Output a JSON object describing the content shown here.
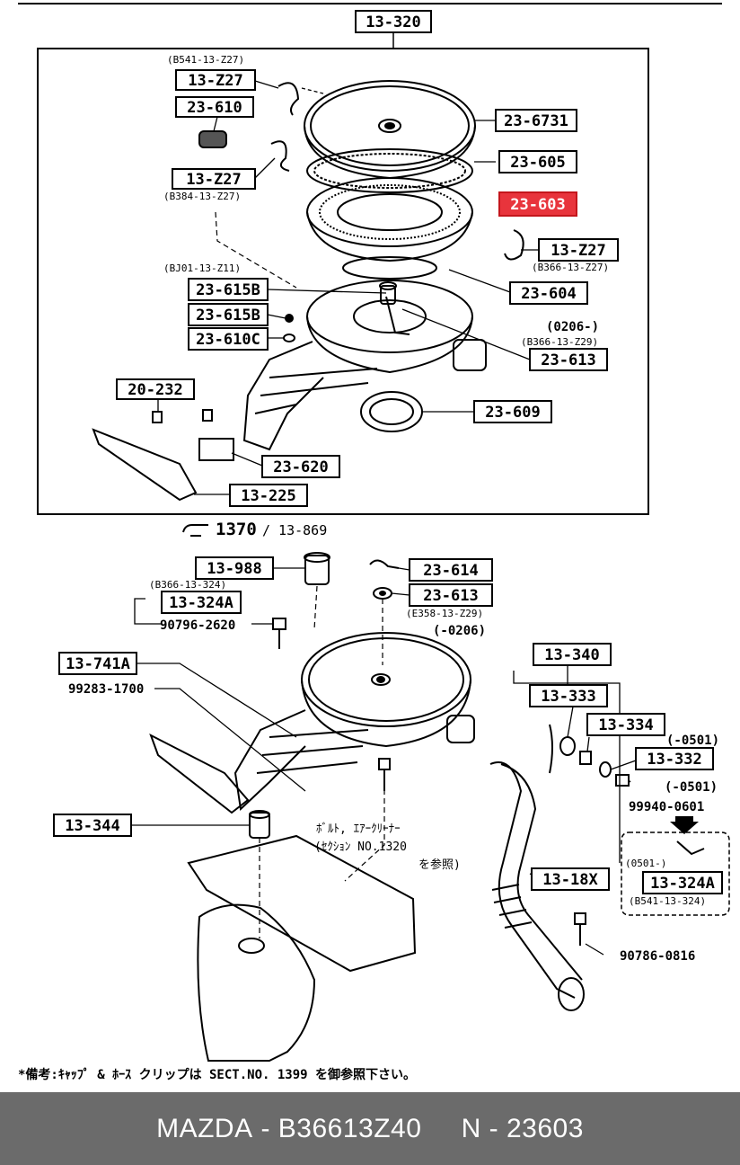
{
  "diagram": {
    "top_group_label": "13-320",
    "labels": {
      "l_13z27_a": "13-Z27",
      "l_23610": "23-610",
      "l_13z27_b": "13-Z27",
      "l_236731": "23-6731",
      "l_23605": "23-605",
      "l_23603": "23-603",
      "l_13z27_c": "13-Z27",
      "l_23604": "23-604",
      "l_23615b_a": "23-615B",
      "l_23615b_b": "23-615B",
      "l_23610c": "23-610C",
      "l_23613_a": "23-613",
      "l_20232": "20-232",
      "l_23609": "23-609",
      "l_23620": "23-620",
      "l_13225": "13-225",
      "l_13988": "13-988",
      "l_13324a_a": "13-324A",
      "l_23614": "23-614",
      "l_23613_b": "23-613",
      "l_13741a": "13-741A",
      "l_13340": "13-340",
      "l_13333": "13-333",
      "l_13334": "13-334",
      "l_13332": "13-332",
      "l_13344": "13-344",
      "l_1318x": "13-18X",
      "l_13324a_b": "13-324A"
    },
    "sublabels": {
      "s_b541_a": "(B541-13-Z27)",
      "s_b384": "(B384-13-Z27)",
      "s_b366_z27": "(B366-13-Z27)",
      "s_bj01": "(BJ01-13-Z11)",
      "s_0206_from": "(0206-)",
      "s_b366_z29": "(B366-13-Z29)",
      "s_b366_324": "(B366-13-324)",
      "s_e358": "(E358-13-Z29)",
      "s_0206_to": "(-0206)",
      "s_0501_to_a": "(-0501)",
      "s_0501_to_b": "(-0501)",
      "s_0501_from": "(0501-)",
      "s_b541_b": "(B541-13-324)"
    },
    "part_numbers": {
      "p_90796": "90796-2620",
      "p_99283": "99283-1700",
      "p_99940": "99940-0601",
      "p_90786": "90786-0816"
    },
    "ref_text": {
      "hand_ref_num": "1370",
      "hand_ref_rest": "/ 13-869"
    },
    "note_jp": {
      "line1": "ﾎﾞﾙﾄ, ｴｱｰｸﾘｰﾅｰ",
      "line2": "(ｾｸｼｮﾝ NO.1320",
      "line3": "を参照)"
    },
    "footnote": "*備考:ｷｬｯﾌﾟ & ﾎｰｽ  クリップは SECT.NO. 1399 を御参照下さい。",
    "highlight_color": "#e8343c"
  },
  "footer": {
    "brand": "MAZDA",
    "sep": " - ",
    "part_number": "B36613Z40",
    "gap": "     ",
    "n_prefix": "N",
    "n_sep": " - ",
    "n_code": "23603"
  }
}
